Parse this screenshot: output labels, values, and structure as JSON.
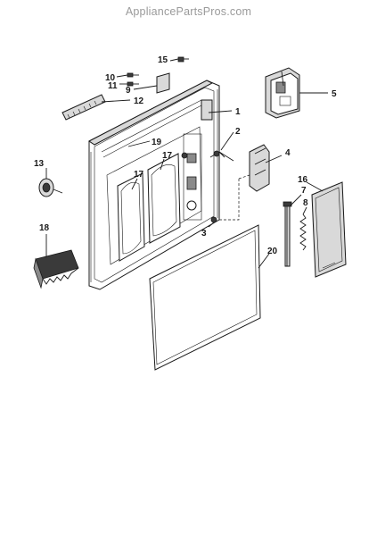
{
  "watermark": "AppliancePartsPros.com",
  "callouts": [
    {
      "id": "c10",
      "text": "10"
    },
    {
      "id": "c15",
      "text": "15"
    },
    {
      "id": "c11",
      "text": "11"
    },
    {
      "id": "c9",
      "text": "9"
    },
    {
      "id": "c12",
      "text": "12"
    },
    {
      "id": "c1",
      "text": "1"
    },
    {
      "id": "c5",
      "text": "5"
    },
    {
      "id": "c2",
      "text": "2"
    },
    {
      "id": "c19",
      "text": "19"
    },
    {
      "id": "c17a",
      "text": "17"
    },
    {
      "id": "c17b",
      "text": "17"
    },
    {
      "id": "c4",
      "text": "4"
    },
    {
      "id": "c13",
      "text": "13"
    },
    {
      "id": "c16",
      "text": "16"
    },
    {
      "id": "c7",
      "text": "7"
    },
    {
      "id": "c8",
      "text": "8"
    },
    {
      "id": "c3",
      "text": "3"
    },
    {
      "id": "c18",
      "text": "18"
    },
    {
      "id": "c20",
      "text": "20"
    }
  ]
}
